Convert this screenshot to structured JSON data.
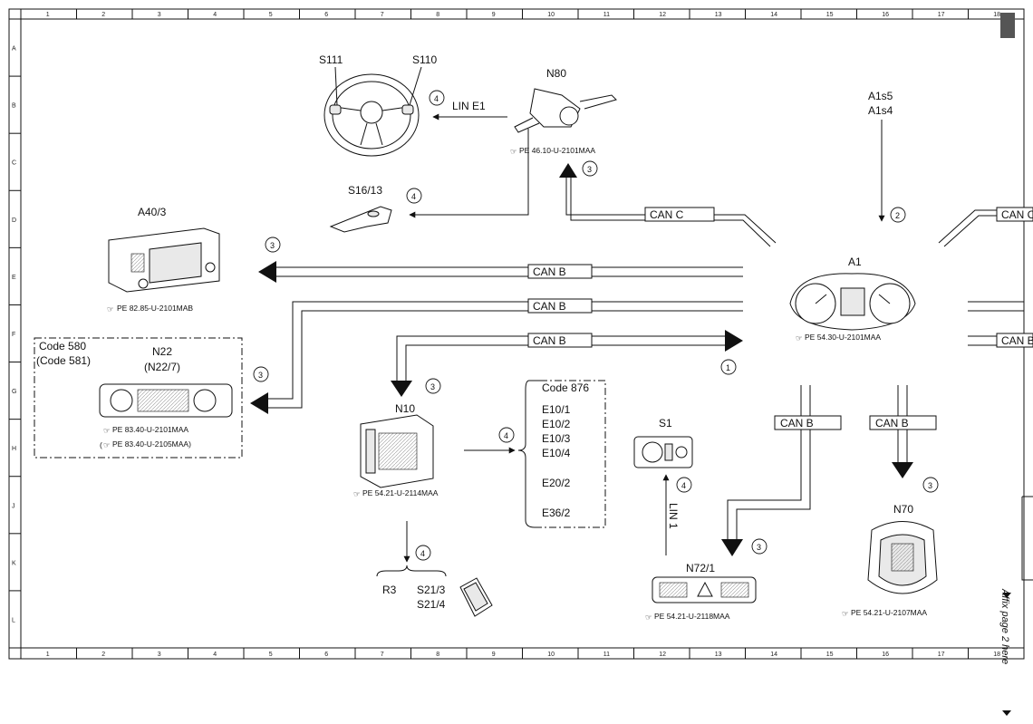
{
  "grid": {
    "columns": [
      "1",
      "2",
      "3",
      "4",
      "5",
      "6",
      "7",
      "8",
      "9",
      "10",
      "11",
      "12",
      "13",
      "14",
      "15",
      "16",
      "17",
      "18"
    ],
    "rows": [
      "A",
      "B",
      "C",
      "D",
      "E",
      "F",
      "G",
      "H",
      "J",
      "K",
      "L"
    ]
  },
  "components": {
    "s111": "S111",
    "s110": "S110",
    "n80": "N80",
    "s16_13": "S16/13",
    "a40_3": "A40/3",
    "a1": "A1",
    "a1s5": "A1s5",
    "a1s4": "A1s4",
    "code580": "Code 580",
    "code581": "(Code 581)",
    "n22": "N22",
    "n22_7": "(N22/7)",
    "n10": "N10",
    "code876": "Code 876",
    "e10_1": "E10/1",
    "e10_2": "E10/2",
    "e10_3": "E10/3",
    "e10_4": "E10/4",
    "e20_2": "E20/2",
    "e36_2": "E36/2",
    "s1": "S1",
    "n70": "N70",
    "n72_1": "N72/1",
    "r3": "R3",
    "s21_3": "S21/3",
    "s21_4": "S21/4"
  },
  "buses": {
    "lin_e1": "LIN E1",
    "lin1": "LIN 1",
    "can_c": "CAN C",
    "can_c_right": "CAN C",
    "can_b_1": "CAN B",
    "can_b_2": "CAN B",
    "can_b_3": "CAN B",
    "can_b_4": "CAN B",
    "can_b_5": "CAN B",
    "can_b_right": "CAN B"
  },
  "references": {
    "n80": "PE 46.10-U-2101MAA",
    "a40_3": "PE 82.85-U-2101MAB",
    "a1": "PE 54.30-U-2101MAA",
    "n22_a": "PE 83.40-U-2101MAA",
    "n22_b": "PE 83.40-U-2105MAA)",
    "n22_b_prefix": "(",
    "n10": "PE 54.21-U-2114MAA",
    "n72_1": "PE 54.21-U-2118MAA",
    "n70": "PE 54.21-U-2107MAA"
  },
  "circles": {
    "c_s110": "4",
    "c_n80": "3",
    "c_s16": "4",
    "c_a40": "3",
    "c_a1s": "2",
    "c_n22": "3",
    "c_n10": "3",
    "c_can1": "1",
    "c_n10code": "4",
    "c_r3": "4",
    "c_s1": "4",
    "c_n72": "3",
    "c_n70": "3"
  },
  "side_note": "Affix page 2 here"
}
